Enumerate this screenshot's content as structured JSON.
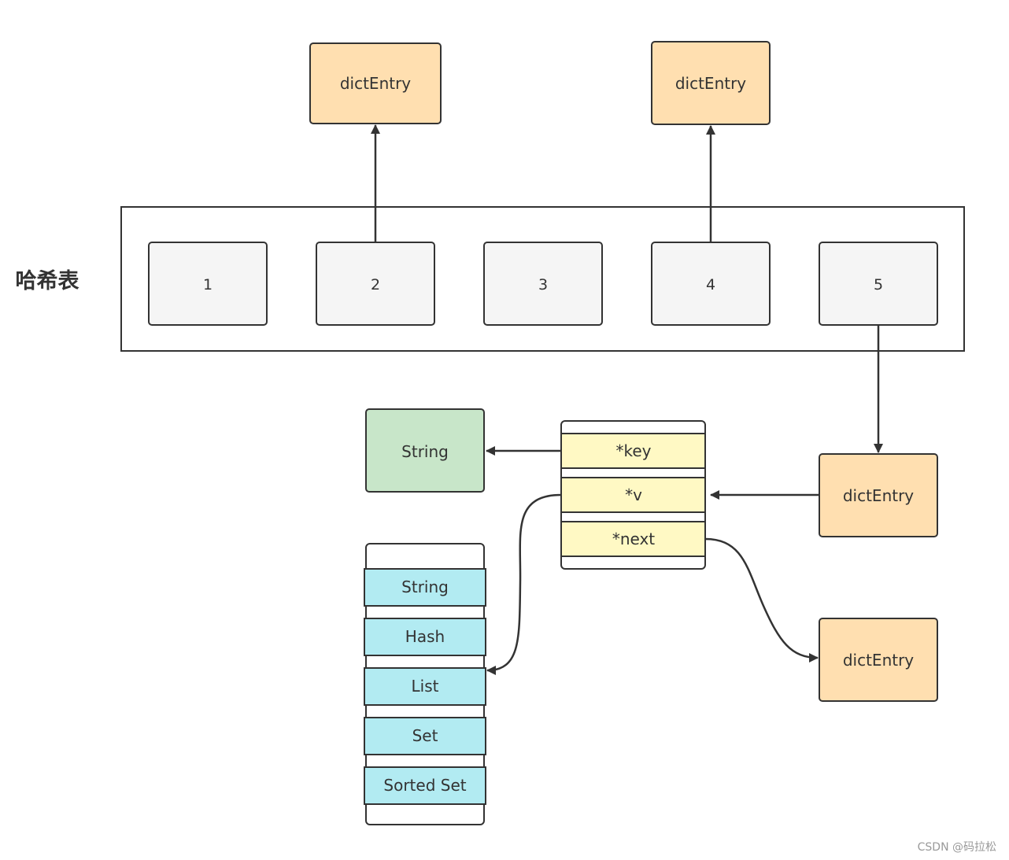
{
  "hash_table": {
    "title": "哈希表",
    "buckets": [
      "1",
      "2",
      "3",
      "4",
      "5"
    ]
  },
  "entries": {
    "top_left": "dictEntry",
    "top_right": "dictEntry",
    "bucket5_entry": "dictEntry",
    "next_entry": "dictEntry"
  },
  "entry_struct": {
    "fields": [
      "*key",
      "*v",
      "*next"
    ]
  },
  "key_object": "String",
  "value_types": [
    "String",
    "Hash",
    "List",
    "Set",
    "Sorted Set"
  ],
  "watermark": "CSDN @码拉松",
  "colors": {
    "dict_entry_fill": "#FFDFB0",
    "bucket_fill": "#F5F5F5",
    "string_fill": "#C8E6C9",
    "field_fill": "#FFF9C4",
    "type_fill": "#B2EBF2",
    "stroke": "#333333"
  }
}
